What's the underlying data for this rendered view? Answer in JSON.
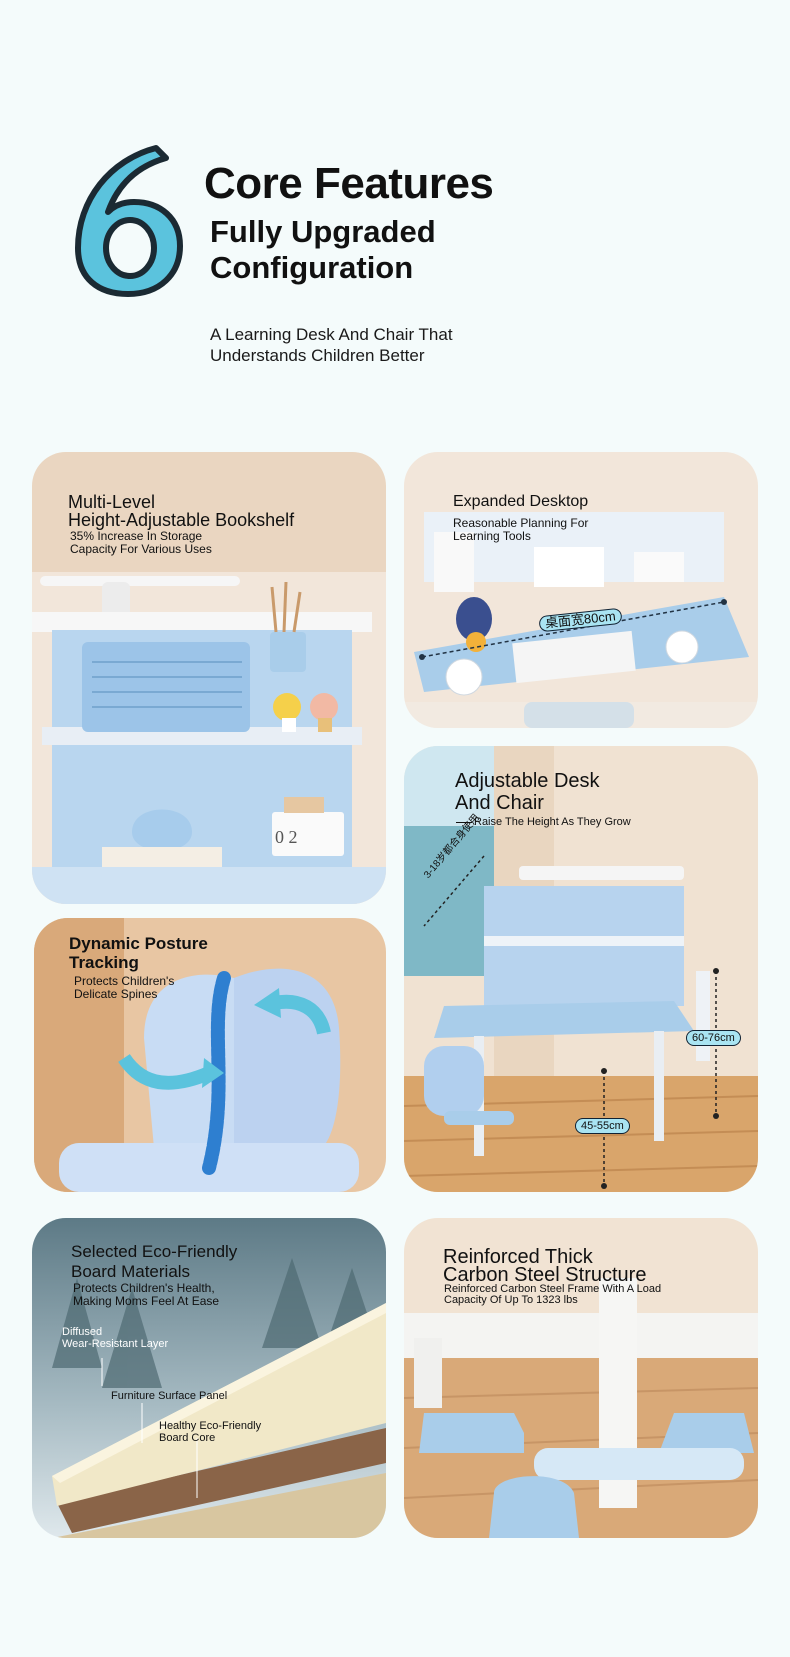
{
  "hero": {
    "number": "6",
    "title_line1": "Core Features",
    "title_line2": "Fully Upgraded",
    "title_line3": "Configuration",
    "subtitle_line1": "A Learning Desk And Chair That",
    "subtitle_line2": "Understands Children Better"
  },
  "cards": {
    "bookshelf": {
      "title_line1": "Multi-Level",
      "title_line2": "Height-Adjustable Bookshelf",
      "desc_line1": "35% Increase In Storage",
      "desc_line2": "Capacity For Various Uses",
      "calendar_digits": "0 2"
    },
    "desktop": {
      "title": "Expanded Desktop",
      "desc_line1": "Reasonable Planning For",
      "desc_line2": "Learning Tools",
      "width_label": "桌面宽80cm"
    },
    "adjustable": {
      "title_line1": "Adjustable Desk",
      "title_line2": "And Chair",
      "desc": "Raise The Height As They Grow",
      "age_label": "3-18岁都合身使用",
      "desk_height": "60-76cm",
      "chair_height": "45-55cm"
    },
    "posture": {
      "title_line1": "Dynamic Posture",
      "title_line2": "Tracking",
      "desc_line1": "Protects Children's",
      "desc_line2": "Delicate Spines"
    },
    "materials": {
      "title_line1": "Selected Eco-Friendly",
      "title_line2": "Board Materials",
      "desc_line1": "Protects Children's Health,",
      "desc_line2": "Making Moms Feel At Ease",
      "layer1_line1": "Diffused",
      "layer1_line2": "Wear-Resistant Layer",
      "layer2": "Furniture Surface Panel",
      "layer3_line1": "Healthy Eco-Friendly",
      "layer3_line2": "Board Core"
    },
    "steel": {
      "title_line1": "Reinforced Thick",
      "title_line2": "Carbon Steel Structure",
      "desc_line1": "Reinforced Carbon Steel Frame With A Load",
      "desc_line2": "Capacity Of Up To 1323 lbs"
    }
  },
  "colors": {
    "background": "#f4fbfb",
    "accent_blue": "#5bc3dd",
    "desk_blue": "#a9cdea",
    "wood": "#c99a6b"
  }
}
